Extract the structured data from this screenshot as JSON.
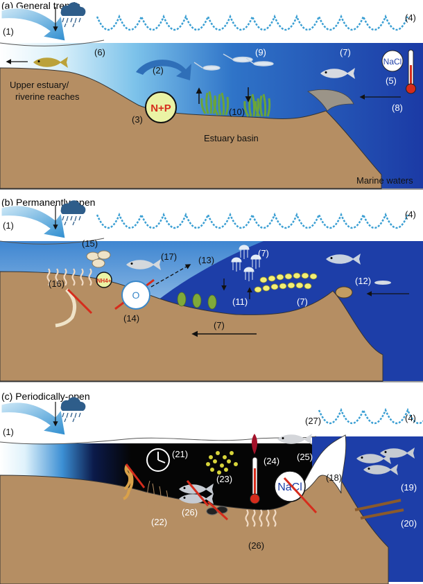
{
  "panels": [
    {
      "title": "(a) General trends",
      "labels": {
        "n1": "(1)",
        "n2": "(2)",
        "n3": "(3)",
        "n4": "(4)",
        "n5": "(5)",
        "n6": "(6)",
        "n7": "(7)",
        "n8": "(8)",
        "n9": "(9)",
        "n10": "(10)",
        "upper_line1": "Upper estuary/",
        "upper_line2": "riverine reaches",
        "basin": "Estuary basin",
        "marine": "Marine waters",
        "np": "N+P",
        "nacl": "NaCl"
      }
    },
    {
      "title": "(b) Permanently-open",
      "labels": {
        "n1": "(1)",
        "n4": "(4)",
        "n7a": "(7)",
        "n7b": "(7)",
        "n7c": "(7)",
        "n11": "(11)",
        "n12": "(12)",
        "n13": "(13)",
        "n14": "(14)",
        "n15": "(15)",
        "n16": "(16)",
        "n17": "(17)",
        "nh4": "NH4+"
      }
    },
    {
      "title": "(c) Periodically-open",
      "labels": {
        "n1": "(1)",
        "n4": "(4)",
        "n18": "(18)",
        "n19": "(19)",
        "n20": "(20)",
        "n21": "(21)",
        "n22": "(22)",
        "n23": "(23)",
        "n24": "(24)",
        "n25": "(25)",
        "n26a": "(26)",
        "n26b": "(26)",
        "n27": "(27)",
        "nacl": "NaCl"
      }
    }
  ],
  "colors": {
    "deep_blue": "#1d3ea8",
    "light_blue": "#d9f0fa",
    "sediment": "#b58e63",
    "black_water": "#0a0a0a",
    "wave": "#3b9fd3",
    "red": "#d62c1c",
    "np_fill": "#eaf3a5"
  }
}
